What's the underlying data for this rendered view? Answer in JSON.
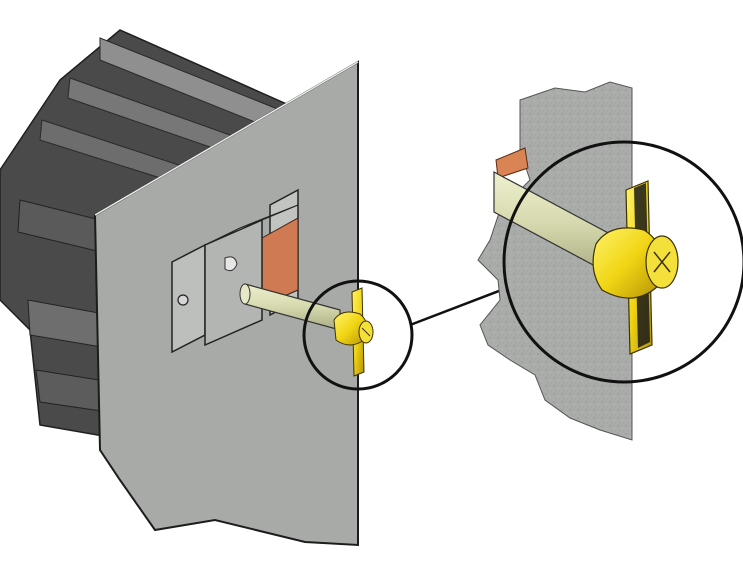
{
  "figure": {
    "main_view": "duct-with-access-door-and-latch",
    "detail_view": "enlarged-latch-detail",
    "callout": "circle-callout-with-leader-line"
  },
  "colors": {
    "background": "#ffffff",
    "duct_dark": "#3f3f3f",
    "duct_mid": "#6a6a6a",
    "duct_light": "#8d8d8d",
    "panel": "#a8aba8",
    "panel_edge": "#2a2a2a",
    "bracket": "#b9bbb8",
    "copper_plate": "#cf7a52",
    "shaft": "#d9dcb3",
    "latch_yellow": "#f2d81b",
    "latch_shadow": "#b89a0a",
    "callout_stroke": "#111111"
  }
}
